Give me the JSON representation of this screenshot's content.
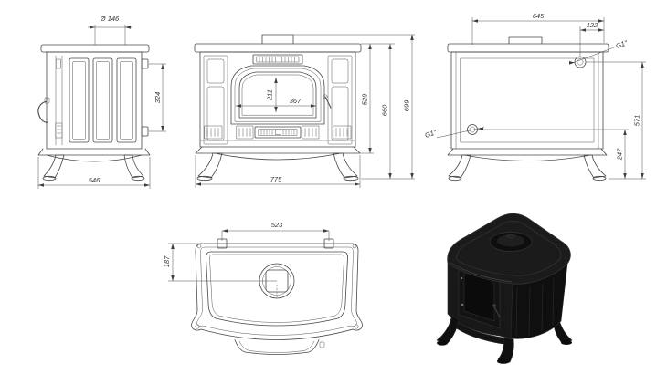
{
  "drawing": {
    "background": "#ffffff",
    "line_color": "#474747",
    "dimension_color": "#4a4a4a",
    "text_color": "#333333",
    "render_color": "#141414"
  },
  "views": {
    "side": {
      "flue_diameter": "Ø 146",
      "rear_port_spacing": "324",
      "depth": "546"
    },
    "front": {
      "glass_height": "211",
      "glass_width": "367",
      "firebox_top_height": "529",
      "body_height": "660",
      "overall_height": "699",
      "overall_width": "775"
    },
    "rear": {
      "top_width": "645",
      "upper_port_inset": "122",
      "upper_port_thread": "G1\"",
      "lower_port_thread": "G1\"",
      "upper_port_height": "571",
      "lower_port_height": "247"
    },
    "top": {
      "port_spacing": "523",
      "flue_center_offset": "187"
    }
  }
}
